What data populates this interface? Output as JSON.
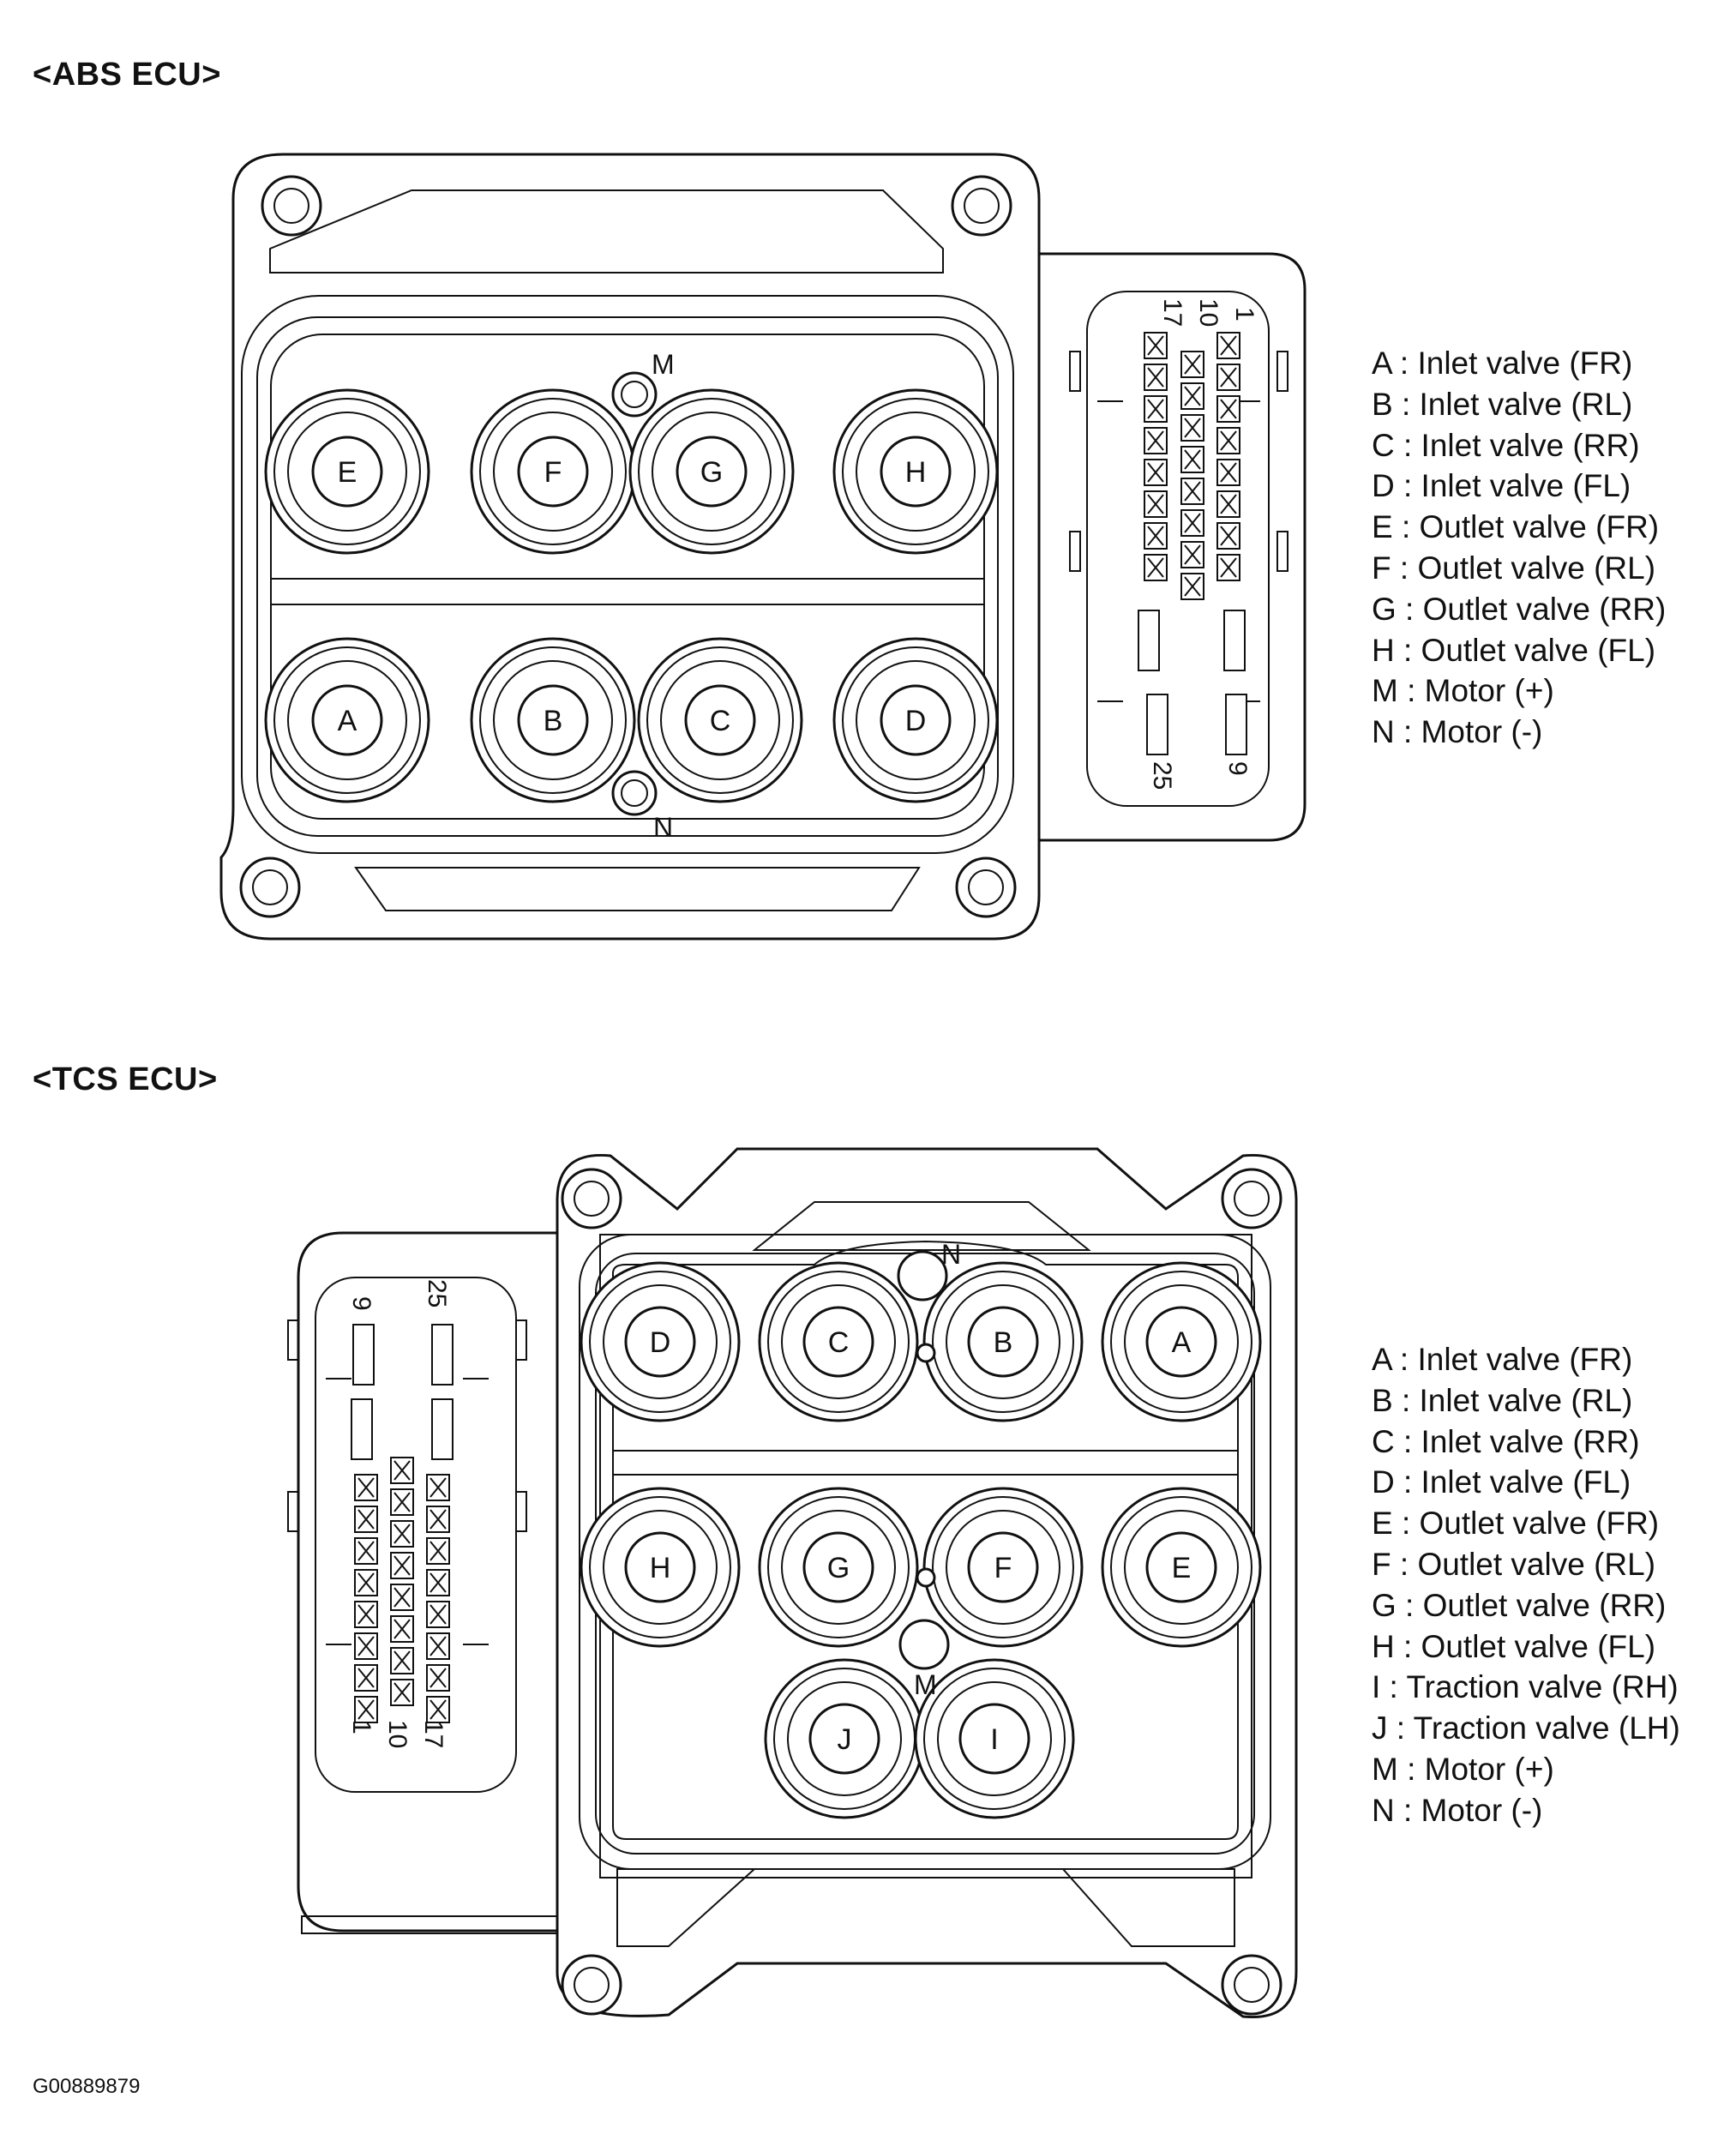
{
  "abs": {
    "title": "<ABS ECU>",
    "legend": [
      "A : Inlet valve (FR)",
      "B : Inlet valve (RL)",
      "C : Inlet valve (RR)",
      "D : Inlet valve (FL)",
      "E : Outlet valve (FR)",
      "F : Outlet valve (RL)",
      "G : Outlet valve (RR)",
      "H : Outlet valve (FL)",
      "M : Motor (+)",
      "N : Motor (-)"
    ],
    "valves_top": [
      "E",
      "F",
      "G",
      "H"
    ],
    "valves_bottom": [
      "A",
      "B",
      "C",
      "D"
    ],
    "motor_plus": "M",
    "motor_minus": "N",
    "connector_pins": [
      "17",
      "10",
      "1",
      "25",
      "9"
    ]
  },
  "tcs": {
    "title": "<TCS ECU>",
    "legend": [
      "A : Inlet valve (FR)",
      "B : Inlet valve (RL)",
      "C : Inlet valve (RR)",
      "D : Inlet valve (FL)",
      "E : Outlet valve (FR)",
      "F : Outlet valve (RL)",
      "G : Outlet valve (RR)",
      "H : Outlet valve (FL)",
      "I : Traction valve (RH)",
      "J : Traction valve (LH)",
      "M : Motor (+)",
      "N : Motor (-)"
    ],
    "valves_top": [
      "D",
      "C",
      "B",
      "A"
    ],
    "valves_middle": [
      "H",
      "G",
      "F",
      "E"
    ],
    "valves_bottom": [
      "J",
      "I"
    ],
    "motor_plus": "M",
    "motor_minus": "N",
    "connector_pins": [
      "9",
      "25",
      "1",
      "10",
      "17"
    ]
  },
  "figure_id": "G00889879"
}
